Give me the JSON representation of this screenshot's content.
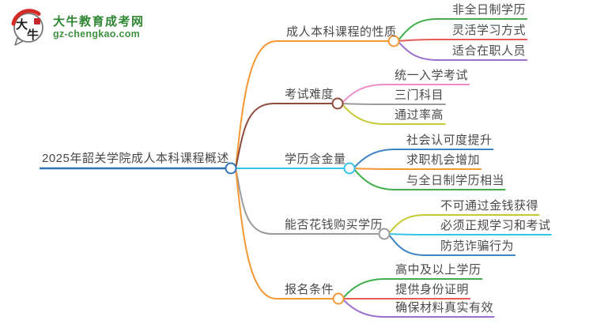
{
  "site": {
    "logo_title": "大牛教育成考网",
    "logo_subtitle": "gz-chengkao.com",
    "logo_icon": "daniu-speech-bubble-logo",
    "logo_bubble_chars": "大牛",
    "logo_title_color": "#2f8632",
    "logo_subtitle_color": "#3f9143",
    "logo_seal_color": "#c9252c",
    "logo_arc_color": "#d42b26"
  },
  "mindmap": {
    "text_color": "#4a4a4a",
    "central": {
      "label": "2025年韶关学院成人本科课程概述",
      "color": "#2e74b5"
    },
    "branches": [
      {
        "label": "成人本科课程的性质",
        "color": "#f59733",
        "children": [
          {
            "label": "非全日制学历",
            "color": "#3faf4c"
          },
          {
            "label": "灵活学习方式",
            "color": "#e25d55"
          },
          {
            "label": "适合在职人员",
            "color": "#9d6fce"
          }
        ]
      },
      {
        "label": "考试难度",
        "color": "#8f4b3d",
        "children": [
          {
            "label": "统一入学考试",
            "color": "#ef8cc6"
          },
          {
            "label": "三门科目",
            "color": "#9b9b9b"
          },
          {
            "label": "通过率高",
            "color": "#c4ca33"
          }
        ]
      },
      {
        "label": "学历含金量",
        "color": "#35c4ea",
        "children": [
          {
            "label": "社会认可度提升",
            "color": "#3d82c4"
          },
          {
            "label": "求职机会增加",
            "color": "#f59733"
          },
          {
            "label": "与全日制学历相当",
            "color": "#3faf4c"
          }
        ]
      },
      {
        "label": "能否花钱购买学历",
        "color": "#9b9b9b",
        "children": [
          {
            "label": "不可通过金钱获得",
            "color": "#c4ca33"
          },
          {
            "label": "必须正规学习和考试",
            "color": "#35c4ea"
          },
          {
            "label": "防范诈骗行为",
            "color": "#3d82c4"
          }
        ]
      },
      {
        "label": "报名条件",
        "color": "#f59733",
        "children": [
          {
            "label": "高中及以上学历",
            "color": "#3faf4c"
          },
          {
            "label": "提供身份证明",
            "color": "#e25d55"
          },
          {
            "label": "确保材料真实有效",
            "color": "#9d6fce"
          }
        ]
      }
    ]
  }
}
